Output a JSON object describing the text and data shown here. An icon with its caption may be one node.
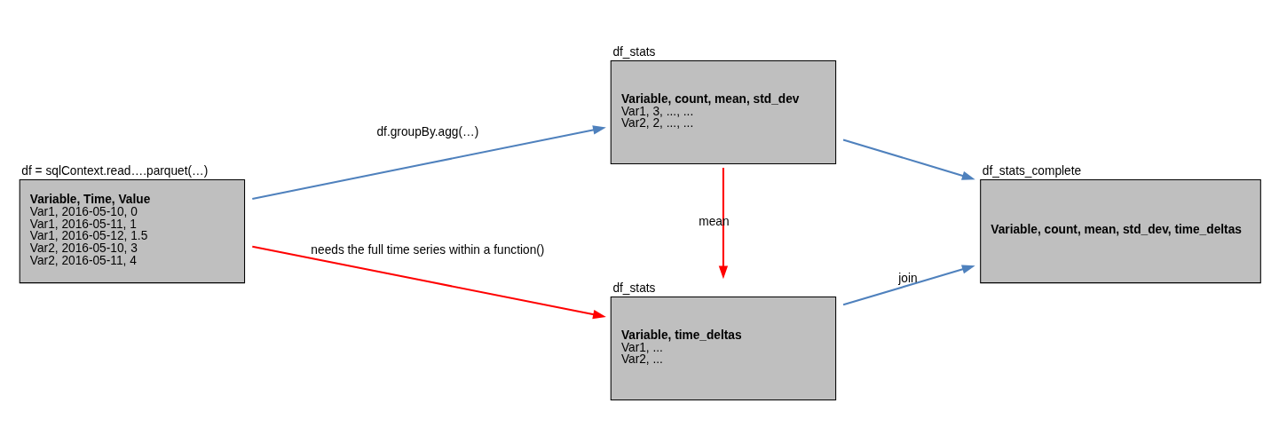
{
  "diagram": {
    "nodes": [
      {
        "text": [
          "df = sqlContext.read….parquet(…)",
          "Variable, Time, Value",
          "Var1, 2016-05-10, 0",
          "Var1, 2016-05-11, 1",
          "Var1, 2016-05-12, 1.5",
          "Var2, 2016-05-10, 3",
          "Var2, 2016-05-11, 4"
        ]
      },
      {
        "text": [
          "df_stats",
          "Variable, count, mean, std_dev",
          "Var1, 3, ..., ...",
          "Var2, 2, ..., ..."
        ]
      },
      {
        "text": [
          "df_stats_complete",
          "Variable, count, mean, std_dev, time_deltas"
        ]
      },
      {
        "text": [
          "df_stats",
          "Variable, time_deltas",
          "Var1, ...",
          "Var2, ..."
        ]
      }
    ],
    "edges": [
      {
        "from": 0,
        "to": 1,
        "arrow": "to",
        "label": "df.groupBy.agg(…)"
      },
      {
        "from": 0,
        "to": 3,
        "arrow": "to",
        "label": "needs the full time series within a function()",
        "color": "#ff0000"
      },
      {
        "from": 1,
        "to": 3,
        "arrow": "to",
        "label": "mean",
        "color": "#ff0000"
      },
      {
        "from": 1,
        "to": 2,
        "arrow": "to"
      },
      {
        "from": 3,
        "to": 2,
        "arrow": "to",
        "label": "join"
      }
    ]
  }
}
